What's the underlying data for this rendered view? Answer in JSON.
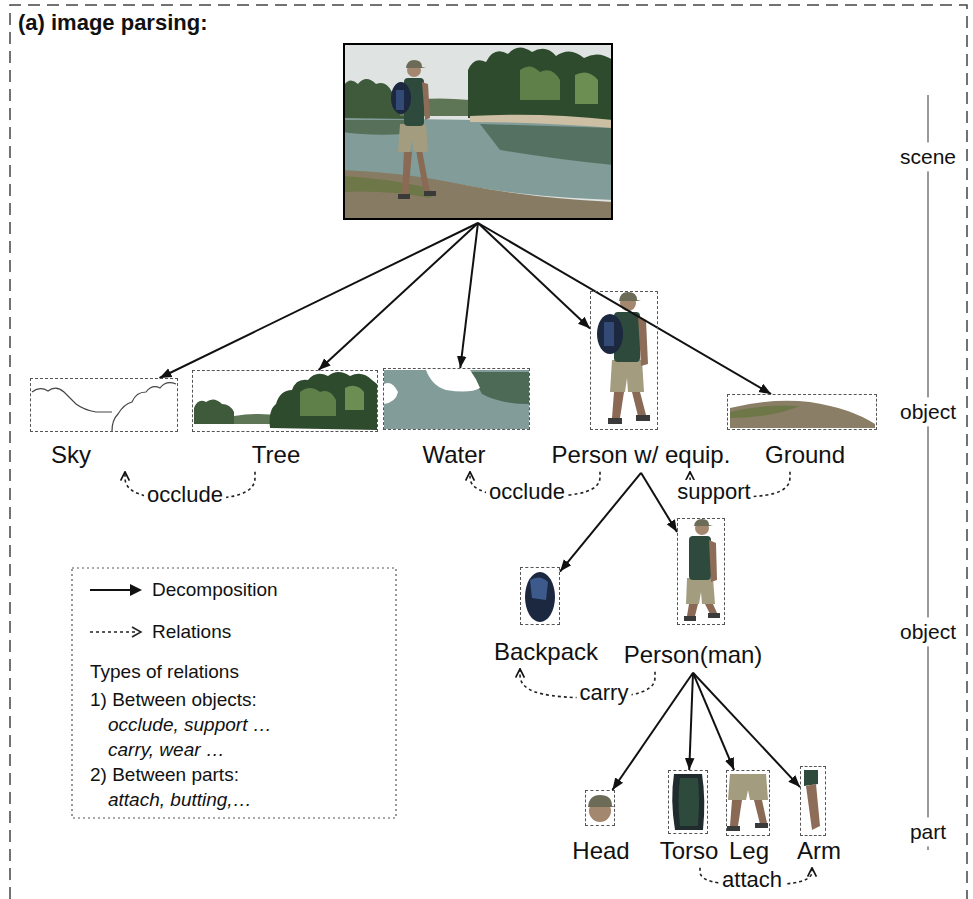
{
  "diagram": {
    "title": "(a) image parsing:",
    "nodes": [
      {
        "text": []
      },
      {
        "text": [
          "Sky"
        ]
      },
      {
        "text": [
          "Tree"
        ]
      },
      {
        "text": [
          "Water"
        ]
      },
      {
        "text": [
          "Person w/ equip."
        ]
      },
      {
        "text": [
          "Ground"
        ]
      },
      {
        "text": [
          "Backpack"
        ]
      },
      {
        "text": [
          "Person(man)"
        ]
      },
      {
        "text": [
          "Head"
        ]
      },
      {
        "text": [
          "Torso"
        ]
      },
      {
        "text": [
          "Leg"
        ]
      },
      {
        "text": [
          "Arm"
        ]
      }
    ],
    "edges": [
      {
        "from": 0,
        "to": 1,
        "arrow": "to"
      },
      {
        "from": 0,
        "to": 2,
        "arrow": "to"
      },
      {
        "from": 0,
        "to": 3,
        "arrow": "to"
      },
      {
        "from": 0,
        "to": 4,
        "arrow": "to"
      },
      {
        "from": 0,
        "to": 5,
        "arrow": "to"
      },
      {
        "from": 4,
        "to": 6,
        "arrow": "to"
      },
      {
        "from": 4,
        "to": 7,
        "arrow": "to"
      },
      {
        "from": 7,
        "to": 8,
        "arrow": "to"
      },
      {
        "from": 7,
        "to": 9,
        "arrow": "to"
      },
      {
        "from": 7,
        "to": 10,
        "arrow": "to"
      },
      {
        "from": 7,
        "to": 11,
        "arrow": "to"
      },
      {
        "from": 2,
        "to": 1,
        "label": "occlude",
        "arrow": "to"
      },
      {
        "from": 4,
        "to": 3,
        "label": "occlude",
        "arrow": "to"
      },
      {
        "from": 5,
        "to": 4,
        "label": "support",
        "arrow": "to"
      },
      {
        "from": 7,
        "to": 6,
        "label": "carry",
        "arrow": "to"
      },
      {
        "from": 9,
        "to": 11,
        "label": "attach",
        "arrow": "to"
      }
    ],
    "labels": [
      "scene",
      "object",
      "object",
      "part",
      "Types of relations",
      "1) Between objects:",
      "occlude, support …",
      "carry, wear …",
      "2) Between parts:",
      "attach, butting,…"
    ],
    "legend": [
      {
        "text": "Decomposition"
      },
      {
        "text": "Relations"
      }
    ]
  }
}
